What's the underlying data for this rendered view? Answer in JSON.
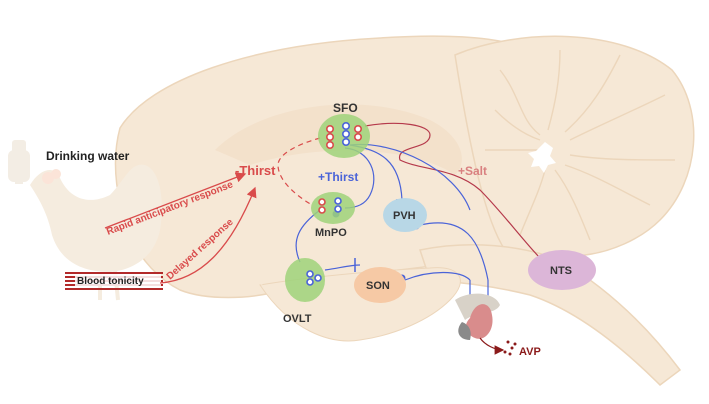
{
  "labels": {
    "drinking_water": "Drinking water",
    "blood_tonicity": "Blood tonicity",
    "rapid": "Rapid anticipatory response",
    "delayed": "Delayed response",
    "minus_thirst": "-Thirst",
    "plus_thirst": "+Thirst",
    "plus_salt": "+Salt",
    "sfo": "SFO",
    "mnpo": "MnPO",
    "ovlt": "OVLT",
    "pvh": "PVH",
    "son": "SON",
    "nts": "NTS",
    "avp": "AVP"
  },
  "colors": {
    "brain": "#f6e8d6",
    "brain_outline": "#ecd6bb",
    "red": "#d94b4b",
    "dark_red": "#8b1a1a",
    "blue": "#4a63d8",
    "green": "#9fd27a",
    "pvh": "#b8d7e6",
    "son": "#f6c9a5",
    "nts": "#dcb6d8"
  },
  "icons": [
    "water-bottle-icon",
    "chicken-icon",
    "pituitary-icon"
  ]
}
